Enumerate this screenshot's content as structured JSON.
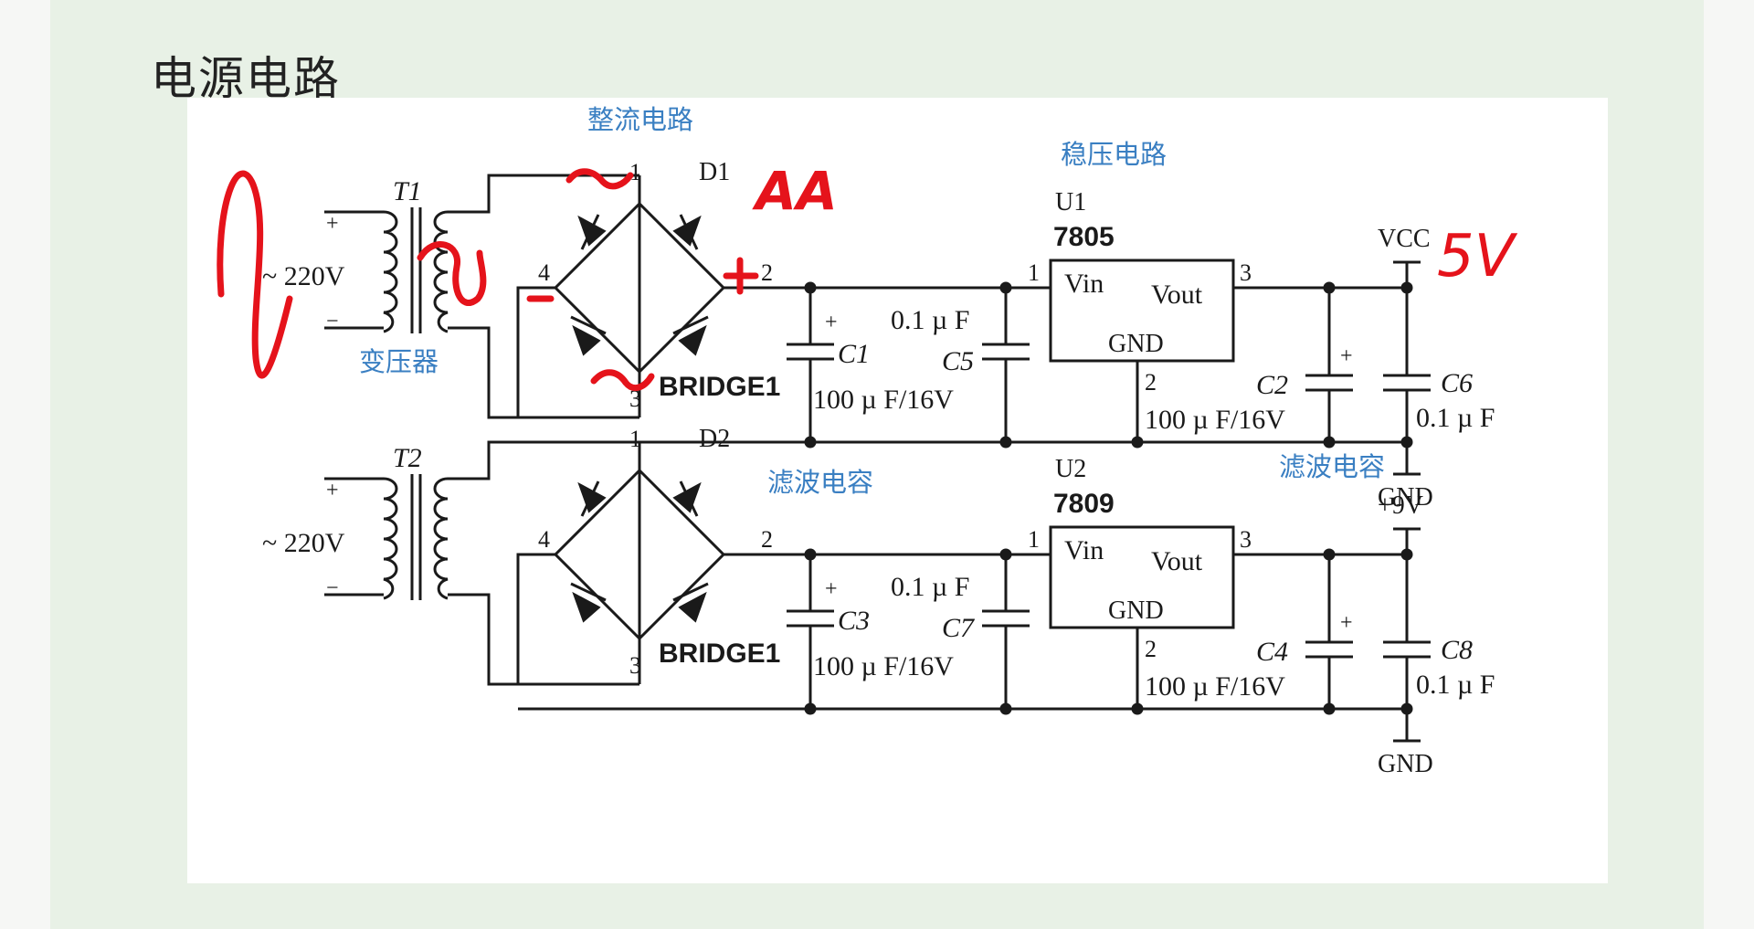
{
  "slide_title": "电源电路",
  "annotations": {
    "rectifier": "整流电路",
    "regulator": "稳压电路",
    "transformer": "变压器",
    "filter_cap_1": "滤波电容",
    "filter_cap_2": "滤波电容"
  },
  "circuit_1": {
    "transformer_ref": "T1",
    "input_plus": "+",
    "input_minus": "−",
    "input_voltage": "~ 220V",
    "bridge_ref": "D1",
    "bridge_name": "BRIDGE1",
    "bridge_pins": [
      "1",
      "2",
      "3",
      "4"
    ],
    "reg_ref": "U1",
    "reg_part": "7805",
    "reg_vin": "Vin",
    "reg_vout": "Vout",
    "reg_gnd": "GND",
    "reg_pin_in": "1",
    "reg_pin_out": "3",
    "reg_pin_gnd": "2",
    "c_in_plus": "+",
    "c_in_ref": "C1",
    "c_in_value": "100 µ F/16V",
    "c_hf_in_ref": "C5",
    "c_hf_in_value": "0.1 µ F",
    "c_out_ref": "C2",
    "c_out_plus": "+",
    "c_out_value": "100 µ F/16V",
    "c_hf_out_ref": "C6",
    "c_hf_out_value": "0.1 µ F",
    "out_label": "VCC",
    "gnd_label": "GND"
  },
  "circuit_2": {
    "transformer_ref": "T2",
    "input_plus": "+",
    "input_minus": "−",
    "input_voltage": "~ 220V",
    "bridge_ref": "D2",
    "bridge_name": "BRIDGE1",
    "bridge_pins": [
      "1",
      "2",
      "3",
      "4"
    ],
    "reg_ref": "U2",
    "reg_part": "7809",
    "reg_vin": "Vin",
    "reg_vout": "Vout",
    "reg_gnd": "GND",
    "reg_pin_in": "1",
    "reg_pin_out": "3",
    "reg_pin_gnd": "2",
    "c_in_plus": "+",
    "c_in_ref": "C3",
    "c_in_value": "100 µ F/16V",
    "c_hf_in_ref": "C7",
    "c_hf_in_value": "0.1 µ F",
    "c_out_ref": "C4",
    "c_out_plus": "+",
    "c_out_value": "100 µ F/16V",
    "c_hf_out_ref": "C8",
    "c_hf_out_value": "0.1 µ F",
    "out_label": "+9V",
    "gnd_label": "GND"
  },
  "handwritten": {
    "output_note": "5V",
    "bridge_note": "AA",
    "plus_mark": "+",
    "minus_mark": "−"
  },
  "colors": {
    "slide_background": "#e8f1e6",
    "schematic_background": "#ffffff",
    "wire": "#1a1a1a",
    "annotation_blue": "#3a7fc2",
    "handwriting_red": "#e5131b"
  }
}
